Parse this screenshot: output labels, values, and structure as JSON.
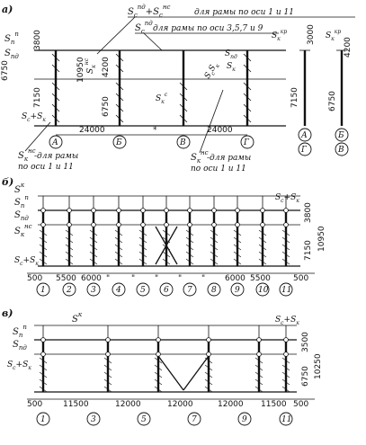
{
  "panel_a": {
    "tag": "а)",
    "top_note_1": "S",
    "top_note_1_sub": "с",
    "top_note_1_sup": "пд",
    "top_note_1_plus": "+S",
    "top_note_1_plus_sub": "с",
    "top_note_1_plus_sup": "нс",
    "top_note_1_text": "для рамы по оси 1 и 11",
    "top_note_2": "S",
    "top_note_2_sub": "с",
    "top_note_2_sup": "пд",
    "top_note_2_text": "для рамы по оси 3,5,7 и 9",
    "left_note_text": "для рамы по оси 1 и 11",
    "right_note_text": "для рамы по оси 1 и 11",
    "dims": {
      "d3800": "3800",
      "d10950": "10950",
      "d7150": "7150",
      "d6750": "6750",
      "d4200": "4200",
      "d24000a": "24000",
      "d24000b": "24000",
      "star": "*",
      "d3000r": "3000",
      "d7150r": "7150",
      "d4200r": "4200",
      "d6750r": "6750"
    },
    "axes": [
      "А",
      "Б",
      "В",
      "Г"
    ],
    "side_axes": [
      "А",
      "Г",
      "Б",
      "В"
    ]
  },
  "panel_b": {
    "tag": "б)",
    "dims_bottom": [
      "500",
      "5500",
      "6000",
      "\"",
      "\"",
      "\"",
      "\"",
      "\"",
      "6000",
      "5500",
      "500"
    ],
    "dims_right": [
      "3800",
      "7150",
      "10950"
    ],
    "axes": [
      "1",
      "2",
      "3",
      "4",
      "5",
      "6",
      "7",
      "8",
      "9",
      "10",
      "11"
    ]
  },
  "panel_c": {
    "tag": "в)",
    "dims_bottom": [
      "500",
      "11500",
      "12000",
      "12000",
      "12000",
      "11500",
      "500"
    ],
    "dims_right": [
      "3500",
      "6750",
      "10250"
    ],
    "axes": [
      "1",
      "3",
      "5",
      "7",
      "9",
      "11"
    ]
  }
}
